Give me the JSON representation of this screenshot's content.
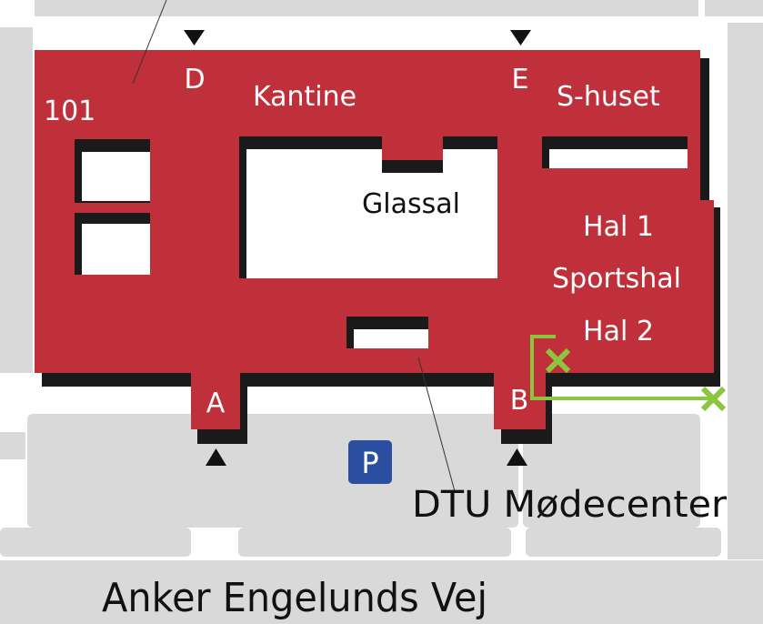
{
  "map": {
    "colors": {
      "building": "#c0303a",
      "shadow": "#1a1a1a",
      "road": "#d9d9d9",
      "route": "#8cc63f",
      "parking": "#2a4fa0",
      "text_light": "#ffffff",
      "text_dark": "#111111"
    },
    "areas": {
      "building_101": "101",
      "canteen": "Kantine",
      "s_building": "S-huset",
      "glass_hall": "Glassal",
      "hall_1": "Hal 1",
      "sports_hall": "Sportshal",
      "hall_2": "Hal 2"
    },
    "entrances": {
      "a": "A",
      "b": "B",
      "d": "D",
      "e": "E"
    },
    "parking_sign": "P",
    "meeting_center": "DTU Mødecenter",
    "street": "Anker Engelunds Vej",
    "icons": [
      "entrance-arrow-icon",
      "route-marker-x-icon",
      "parking-icon"
    ]
  }
}
